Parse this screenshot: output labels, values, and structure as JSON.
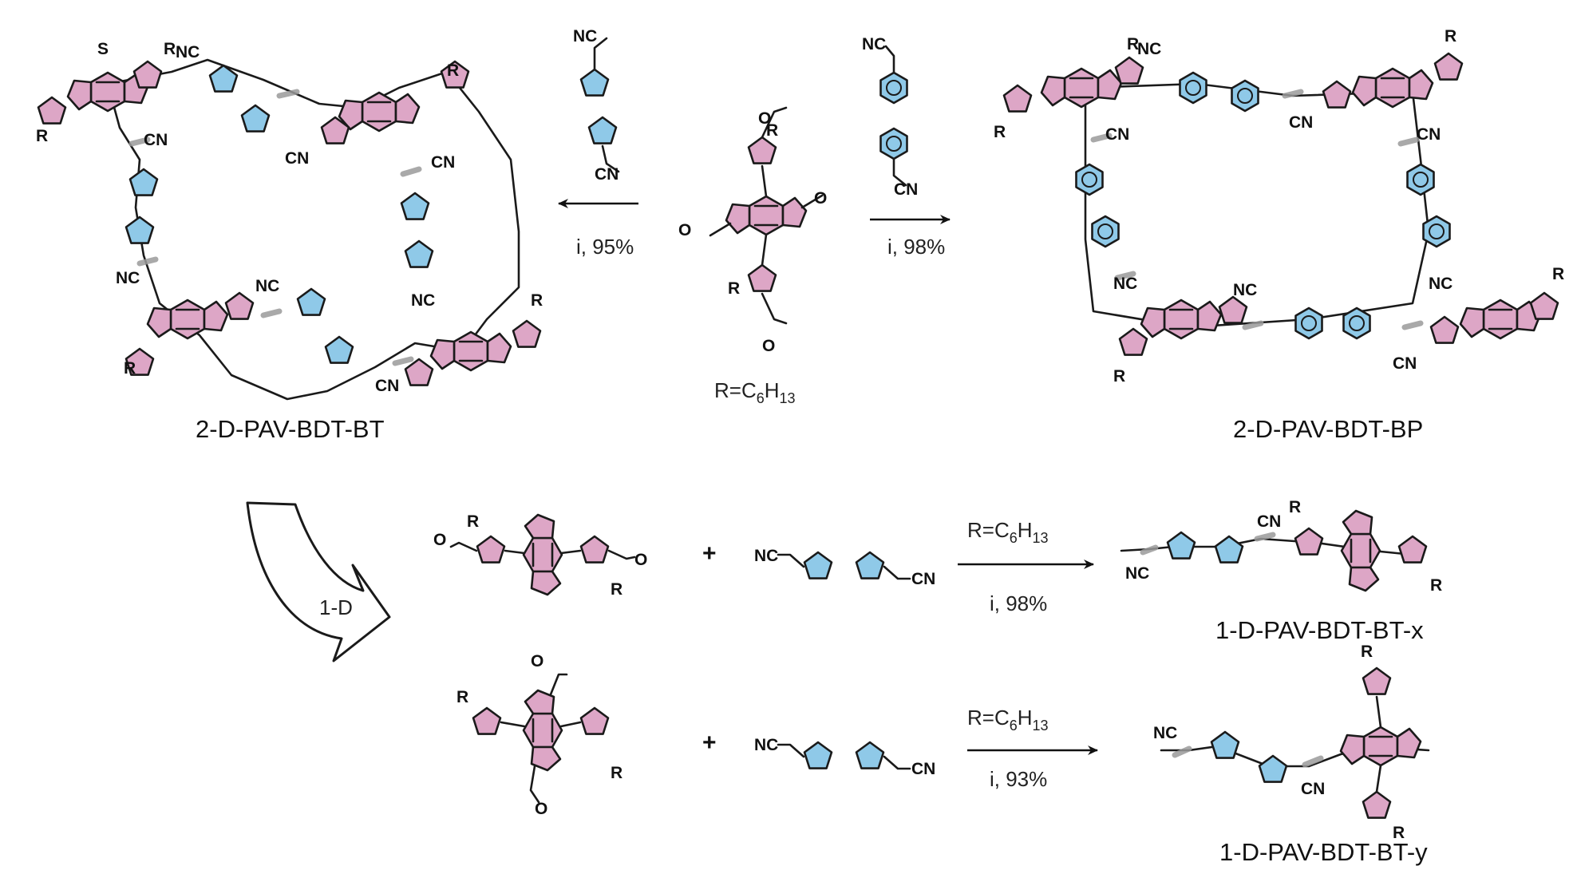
{
  "atoms": {
    "s": "S",
    "r": "R",
    "cn": "CN",
    "nc": "NC",
    "o": "O"
  },
  "top_reaction": {
    "left_conditions": "i, 95%",
    "right_conditions": "i, 98%",
    "r_def": "R=C",
    "r_sub_c": "6",
    "r_h": "H",
    "r_sub_h": "13"
  },
  "products": {
    "left_2d": "2-D-PAV-BDT-BT",
    "right_2d": "2-D-PAV-BDT-BP",
    "x_1d": "1-D-PAV-BDT-BT-x",
    "y_1d": "1-D-PAV-BDT-BT-y"
  },
  "bottom_reactions": {
    "curved_arrow_label": "1-D",
    "plus": "+",
    "row1_r_def": "R=C",
    "row1_r_sub_c": "6",
    "row1_r_h": "H",
    "row1_r_sub_h": "13",
    "row1_conditions": "i, 98%",
    "row2_r_def": "R=C",
    "row2_r_sub_c": "6",
    "row2_r_h": "H",
    "row2_r_sub_h": "13",
    "row2_conditions": "i, 93%"
  },
  "colors": {
    "bdt_ring": "#dda6c6",
    "linker_ring": "#8fc9e8",
    "vinylene_highlight": "#9a9a9a"
  }
}
